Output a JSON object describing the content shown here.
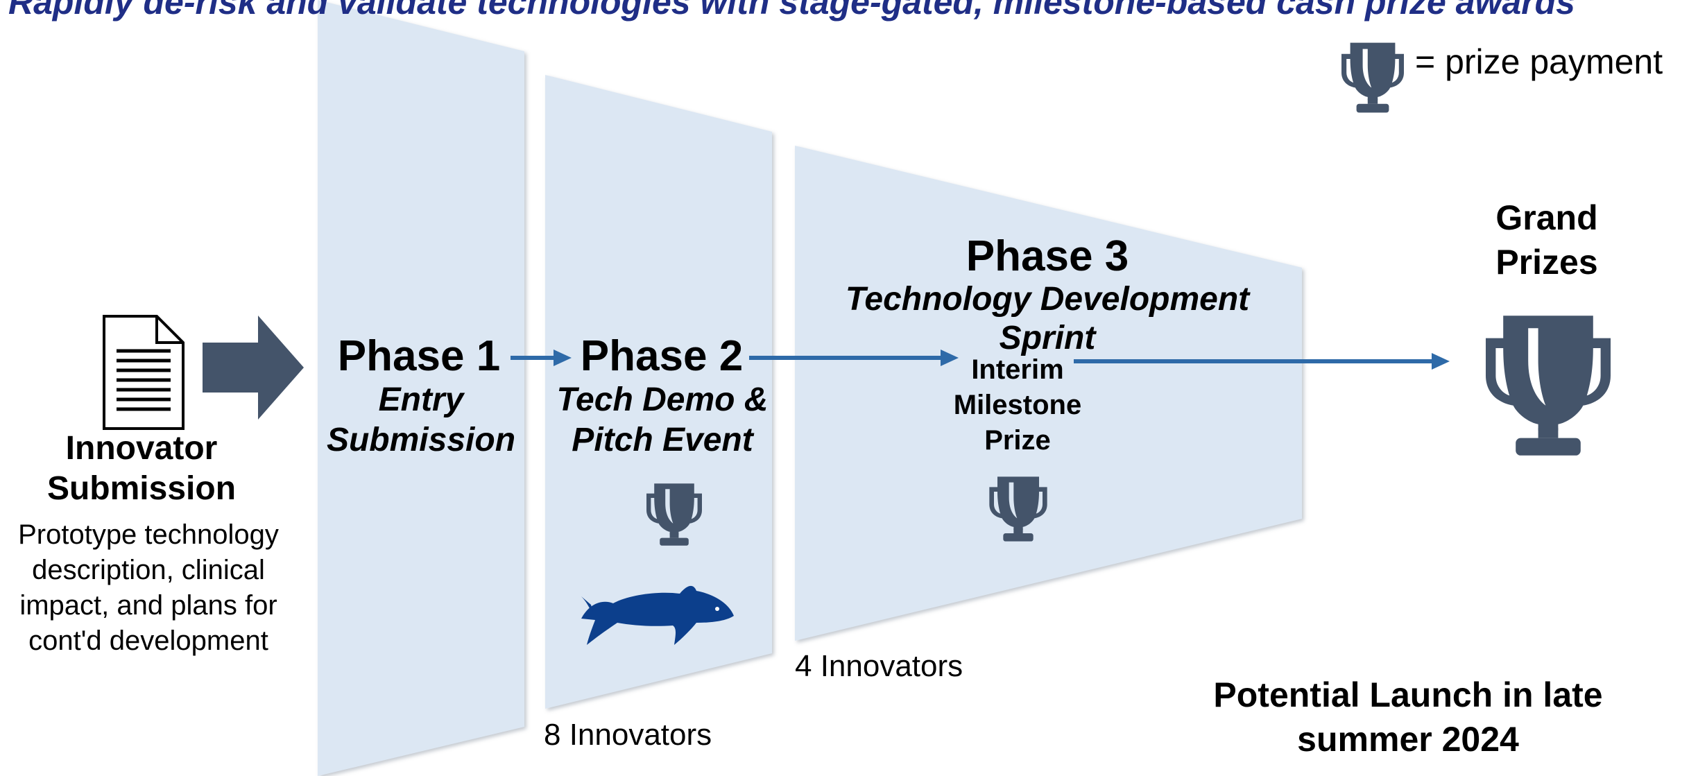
{
  "banner": "Rapidly de-risk and validate technologies with stage-gated, milestone-based cash prize awards",
  "legend": {
    "text": "= prize payment",
    "icon": "trophy-icon"
  },
  "submission": {
    "title_line1": "Innovator",
    "title_line2": "Submission",
    "desc_line1": "Prototype technology",
    "desc_line2": "description, clinical",
    "desc_line3": "impact, and plans for",
    "desc_line4": "cont'd development",
    "icon": "document-icon"
  },
  "phases": [
    {
      "title": "Phase 1",
      "sub_line1": "Entry",
      "sub_line2": "Submission"
    },
    {
      "title": "Phase 2",
      "sub_line1": "Tech Demo &",
      "sub_line2": "Pitch Event",
      "count": "8 Innovators",
      "icon": "shark-icon"
    },
    {
      "title": "Phase 3",
      "sub_line1": "Technology Development",
      "sub_line2": "Sprint",
      "count": "4 Innovators",
      "milestone_line1": "Interim",
      "milestone_line2": "Milestone",
      "milestone_line3": "Prize"
    }
  ],
  "grand": {
    "line1": "Grand",
    "line2": "Prizes",
    "icon": "trophy-icon"
  },
  "launch": {
    "line1": "Potential Launch in late",
    "line2": "summer 2024"
  },
  "colors": {
    "panel": "#dce7f3",
    "arrow": "#2e6aa8",
    "dark": "#44546a",
    "shark": "#0c3f8c",
    "banner": "#1f2e86"
  }
}
